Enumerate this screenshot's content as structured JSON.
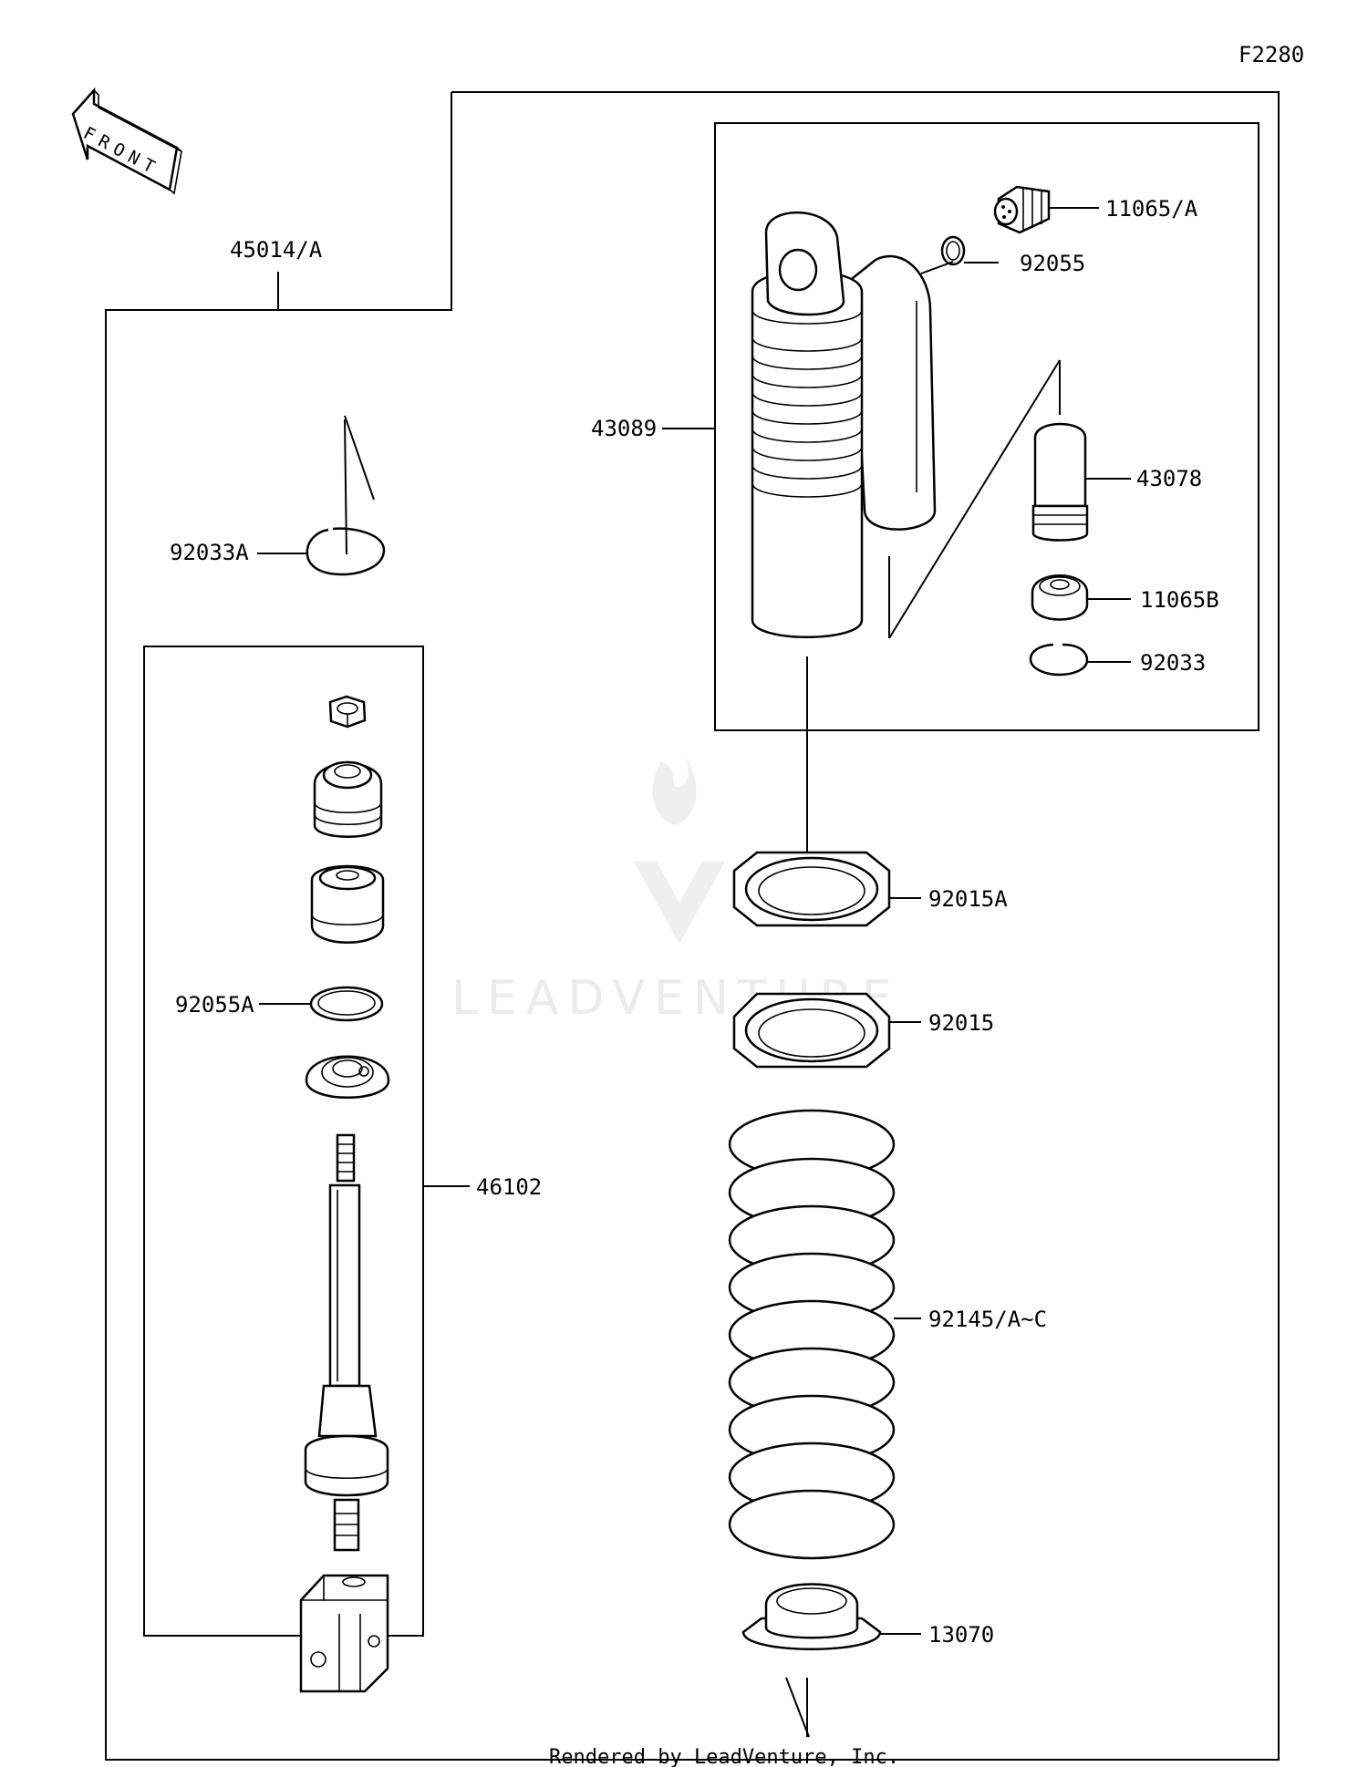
{
  "diagram_code": "F2280",
  "front_label": "FRONT",
  "parts": {
    "p45014": "45014/A",
    "p92033A": "92033A",
    "p92055A": "92055A",
    "p46102": "46102",
    "p43089": "43089",
    "p11065": "11065/A",
    "p92055": "92055",
    "p43078": "43078",
    "p11065B": "11065B",
    "p92033": "92033",
    "p92015A": "92015A",
    "p92015": "92015",
    "p92145": "92145/A~C",
    "p13070": "13070"
  },
  "watermark": "LEADVENTURE",
  "footer": "Rendered by LeadVenture, Inc."
}
